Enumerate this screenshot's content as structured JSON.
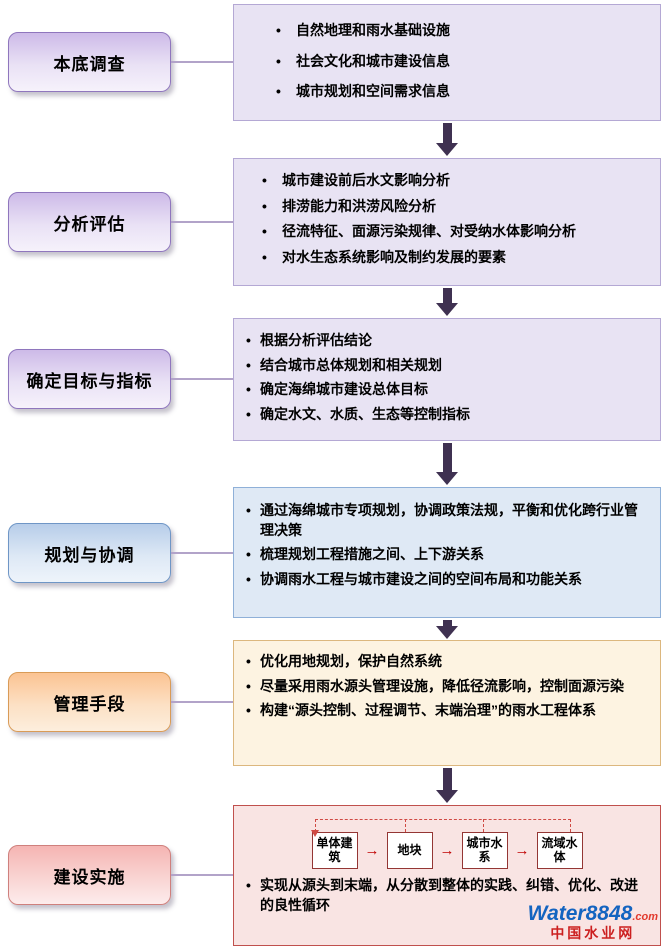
{
  "stages": [
    {
      "label": "本底调查",
      "theme": "purple",
      "items": [
        "自然地理和雨水基础设施",
        "社会文化和城市建设信息",
        "城市规划和空间需求信息"
      ]
    },
    {
      "label": "分析评估",
      "theme": "purple",
      "items": [
        "城市建设前后水文影响分析",
        "排涝能力和洪涝风险分析",
        "径流特征、面源污染规律、对受纳水体影响分析",
        "对水生态系统影响及制约发展的要素"
      ]
    },
    {
      "label": "确定目标与指标",
      "theme": "purple",
      "items": [
        "根据分析评估结论",
        "结合城市总体规划和相关规划",
        "确定海绵城市建设总体目标",
        "确定水文、水质、生态等控制指标"
      ]
    },
    {
      "label": "规划与协调",
      "theme": "blue",
      "items": [
        "通过海绵城市专项规划，协调政策法规，平衡和优化跨行业管理决策",
        "梳理规划工程措施之间、上下游关系",
        "协调雨水工程与城市建设之间的空间布局和功能关系"
      ]
    },
    {
      "label": "管理手段",
      "theme": "orange",
      "items": [
        "优化用地规划，保护自然系统",
        "尽量采用雨水源头管理设施，降低径流影响，控制面源污染",
        "构建“源头控制、过程调节、末端治理”的雨水工程体系"
      ]
    },
    {
      "label": "建设实施",
      "theme": "red",
      "flow": [
        "单体建筑",
        "地块",
        "城市水系",
        "流域水体"
      ],
      "items": [
        "实现从源头到末端，从分散到整体的实践、纠错、优化、改进的良性循环"
      ]
    }
  ],
  "logo": {
    "brand": "Water",
    "number": "8848",
    "tld": ".com",
    "site": "中国水业网"
  },
  "colors": {
    "arrow": "#3F3151",
    "connector": "#B2A3C9",
    "purple_theme": "#CDBAE8",
    "blue_theme": "#B7CDE9",
    "orange_theme": "#FBC392",
    "red_theme": "#F5B4B2",
    "flow_arrow_red": "#C00000",
    "logo_blue": "#1464C0",
    "logo_red": "#CC1F1F"
  }
}
